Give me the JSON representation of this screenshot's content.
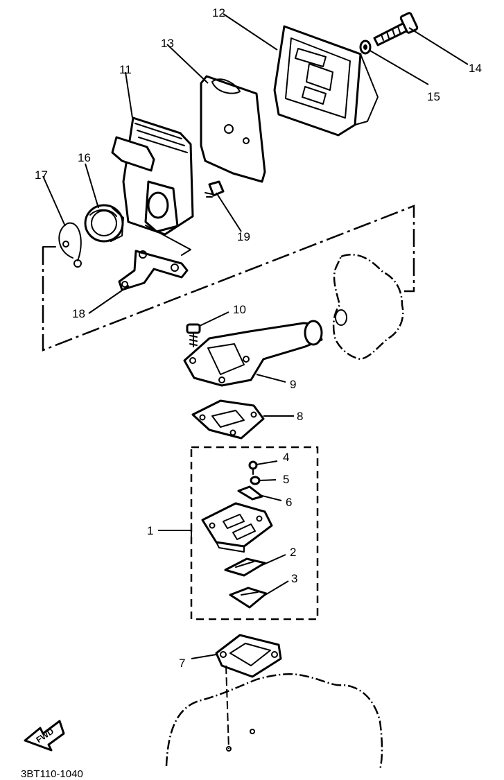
{
  "diagram": {
    "callouts": {
      "c1": "1",
      "c2": "2",
      "c3": "3",
      "c4": "4",
      "c5": "5",
      "c6": "6",
      "c7": "7",
      "c8": "8",
      "c9": "9",
      "c10": "10",
      "c11": "11",
      "c12": "12",
      "c13": "13",
      "c14": "14",
      "c15": "15",
      "c16": "16",
      "c17": "17",
      "c18": "18",
      "c19": "19"
    },
    "forward_label": "FWD",
    "drawing_code": "3BT110-1040"
  }
}
